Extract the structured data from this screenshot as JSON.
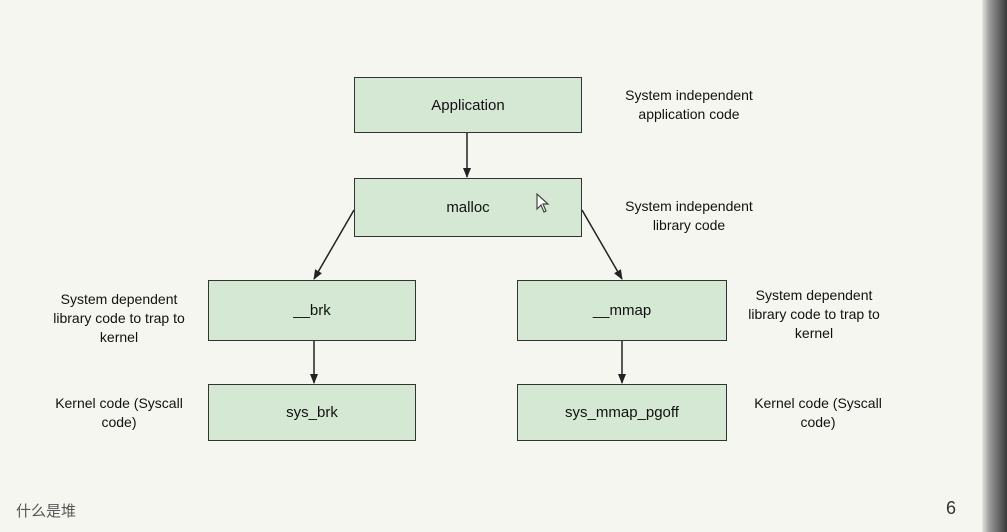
{
  "diagram": {
    "nodes": {
      "application": "Application",
      "malloc": "malloc",
      "brk": "__brk",
      "mmap": "__mmap",
      "sys_brk": "sys_brk",
      "sys_mmap_pgoff": "sys_mmap_pgoff"
    },
    "notes": {
      "application_note": "System independent\napplication code",
      "malloc_note": "System independent\nlibrary code",
      "brk_note": "System dependent\nlibrary code to trap to\nkernel",
      "mmap_note": "System dependent\nlibrary code to trap to\nkernel",
      "sys_brk_note": "Kernel code (Syscall\ncode)",
      "sys_mmap_note": "Kernel code (Syscall\ncode)"
    },
    "edges": [
      {
        "from": "application",
        "to": "malloc"
      },
      {
        "from": "malloc",
        "to": "brk"
      },
      {
        "from": "malloc",
        "to": "mmap"
      },
      {
        "from": "brk",
        "to": "sys_brk"
      },
      {
        "from": "mmap",
        "to": "sys_mmap_pgoff"
      }
    ]
  },
  "footer": {
    "title": "什么是堆",
    "page_number": "6"
  },
  "colors": {
    "slide_background": "#f6f6f0",
    "box_fill": "#d5e8d4",
    "box_border": "#333333"
  },
  "icons": {
    "cursor": "mouse-pointer-icon"
  }
}
